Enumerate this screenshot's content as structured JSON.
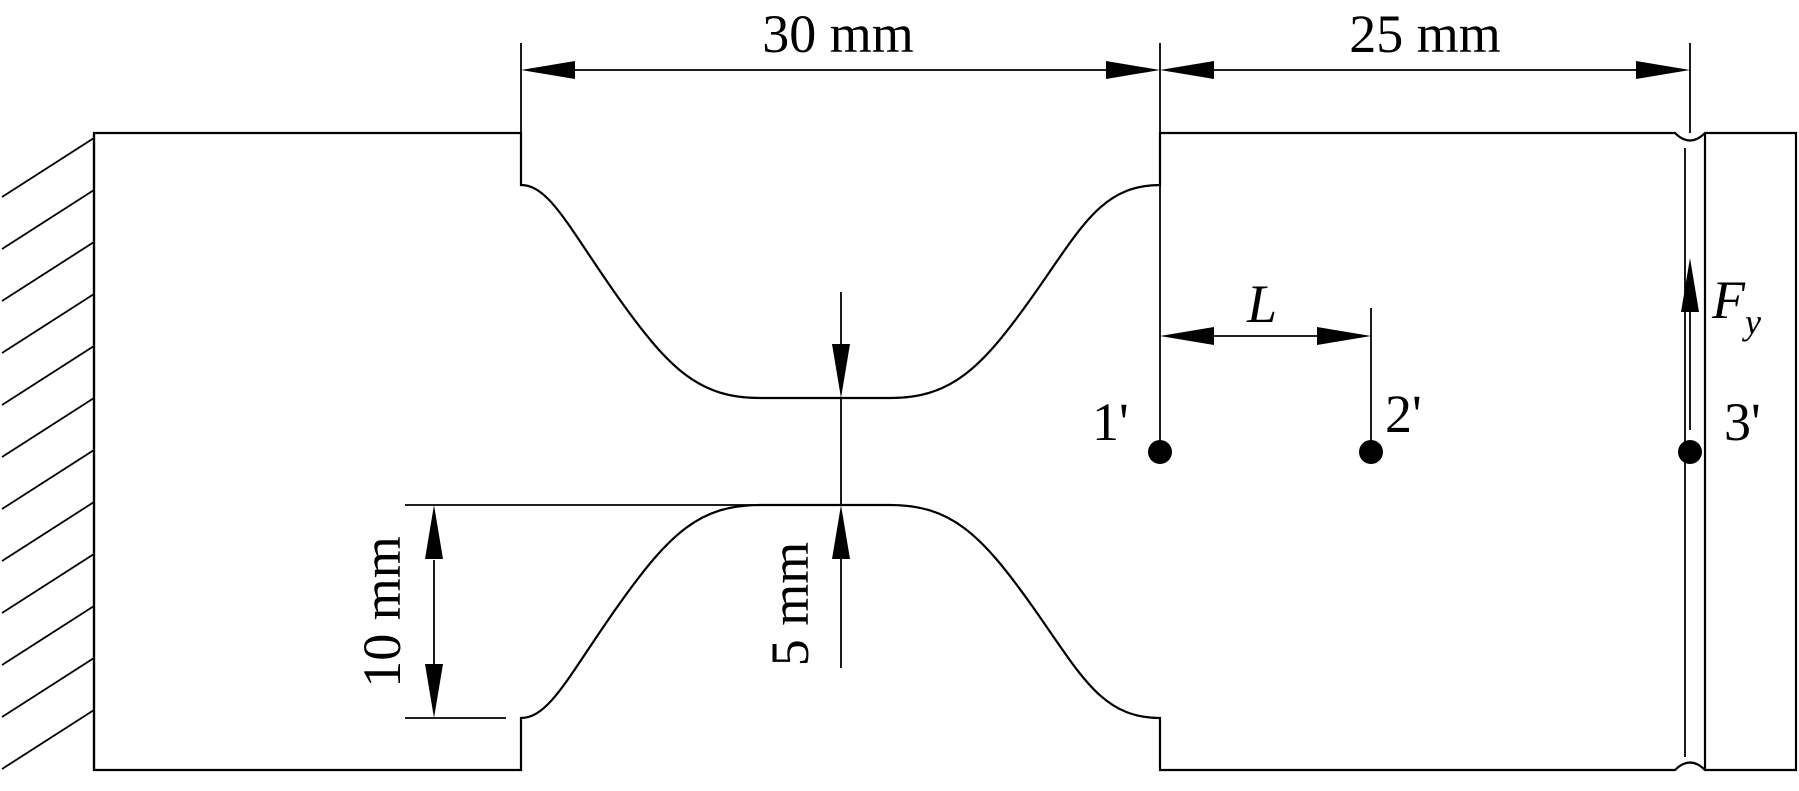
{
  "dimensions": {
    "total_left": "30 mm",
    "total_right": "25 mm",
    "offset": "L",
    "height": "10 mm",
    "neck": "5 mm"
  },
  "points": {
    "p1": "1'",
    "p2": "2'",
    "p3": "3'"
  },
  "force": {
    "symbol": "F",
    "subscript": "y"
  }
}
